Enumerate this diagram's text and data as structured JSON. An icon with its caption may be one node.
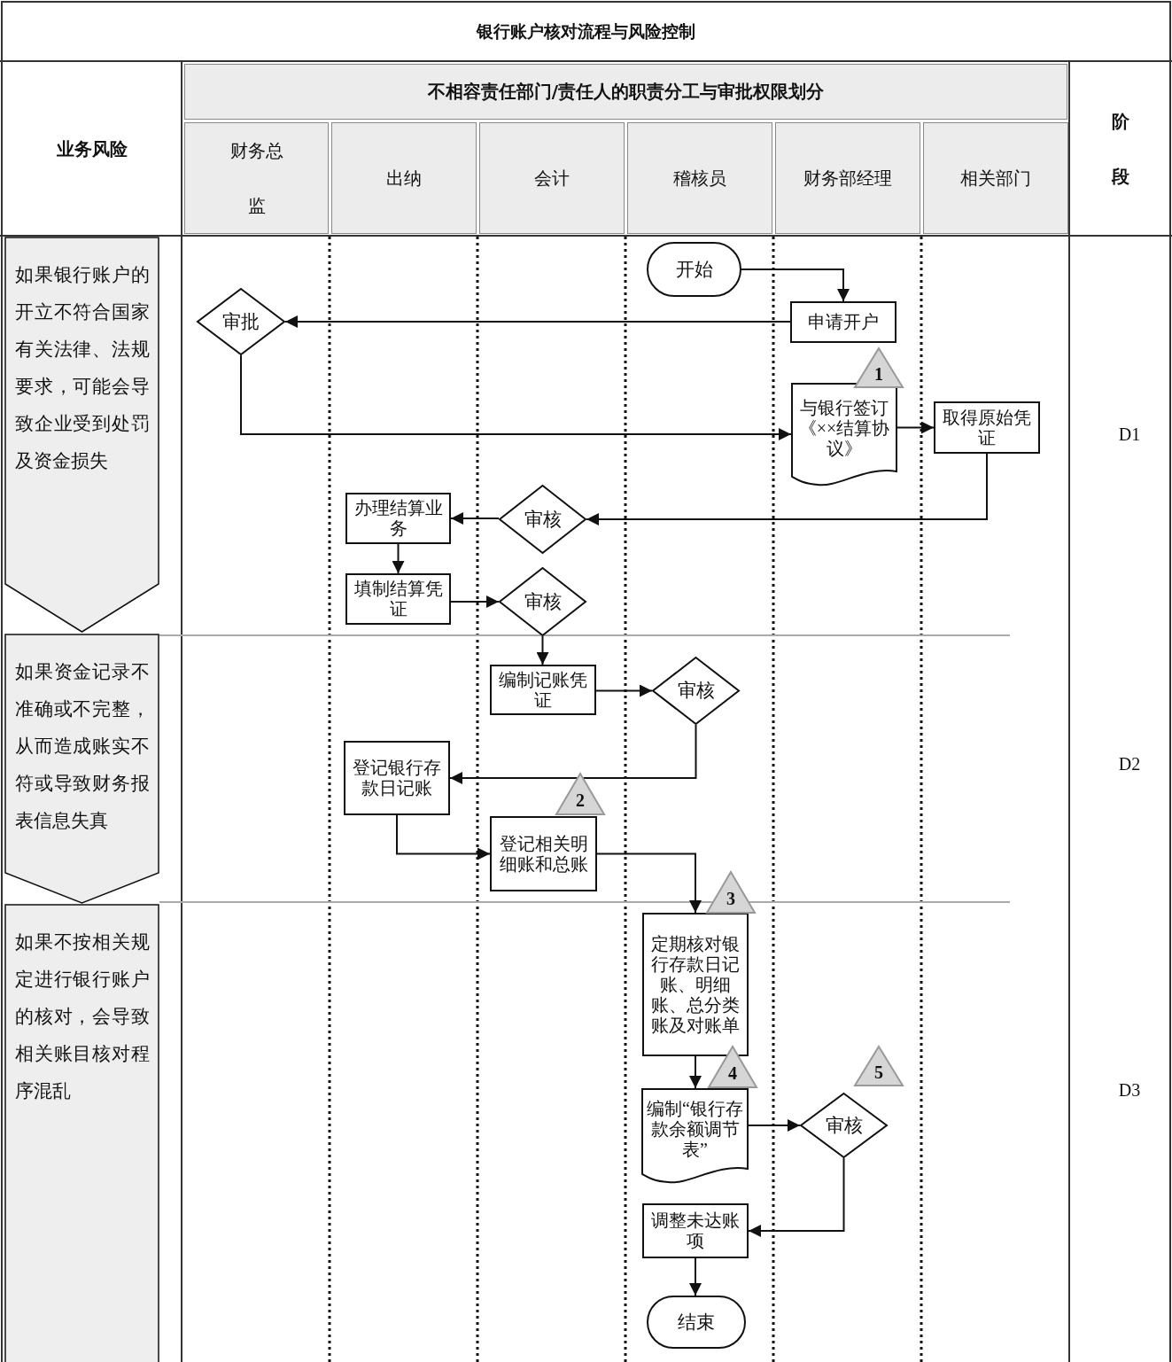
{
  "diagram": {
    "title": "银行账户核对流程与风险控制",
    "nodes": [
      {
        "text": [
          "如果银行账户的开立不符合国家有关法律、法规要求，可能会导致企业受到处罚及资金损失"
        ]
      },
      {
        "text": [
          "如果资金记录不准确或不完整，从而造成账实不符或导致财务报表信息失真"
        ]
      },
      {
        "text": [
          "如果不按相关规定进行银行账户的核对，会导致相关账目核对程序混乱"
        ]
      },
      {
        "text": [
          "开始"
        ]
      },
      {
        "text": [
          "审批"
        ]
      },
      {
        "text": [
          "申请开户"
        ]
      },
      {
        "text": [
          "与银行签订《××结算协议》"
        ]
      },
      {
        "text": [
          "取得原始凭证"
        ]
      },
      {
        "text": [
          "审核"
        ]
      },
      {
        "text": [
          "办理结算业务"
        ]
      },
      {
        "text": [
          "填制结算凭证"
        ]
      },
      {
        "text": [
          "审核"
        ]
      },
      {
        "text": [
          "编制记账凭证"
        ]
      },
      {
        "text": [
          "审核"
        ]
      },
      {
        "text": [
          "登记银行存款日记账"
        ]
      },
      {
        "text": [
          "登记相关明细账和总账"
        ]
      },
      {
        "text": [
          "定期核对银行存款日记账、明细账、总分类账及对账单"
        ]
      },
      {
        "text": [
          "编制“银行存款余额调节表”"
        ]
      },
      {
        "text": [
          "审核"
        ]
      },
      {
        "text": [
          "调整未达账项"
        ]
      },
      {
        "text": [
          "结束"
        ]
      },
      {
        "text": [
          "1"
        ]
      },
      {
        "text": [
          "2"
        ]
      },
      {
        "text": [
          "3"
        ]
      },
      {
        "text": [
          "4"
        ]
      },
      {
        "text": [
          "5"
        ]
      }
    ],
    "edges": [
      {
        "from": 3,
        "to": 5,
        "arrow": "to"
      },
      {
        "from": 5,
        "to": 4,
        "arrow": "to"
      },
      {
        "from": 4,
        "to": 6,
        "arrow": "to"
      },
      {
        "from": 6,
        "to": 7,
        "arrow": "to"
      },
      {
        "from": 7,
        "to": 8,
        "arrow": "to"
      },
      {
        "from": 8,
        "to": 9,
        "arrow": "to"
      },
      {
        "from": 9,
        "to": 10,
        "arrow": "to"
      },
      {
        "from": 10,
        "to": 11,
        "arrow": "to"
      },
      {
        "from": 11,
        "to": 12,
        "arrow": "to"
      },
      {
        "from": 12,
        "to": 13,
        "arrow": "to"
      },
      {
        "from": 13,
        "to": 14,
        "arrow": "to"
      },
      {
        "from": 14,
        "to": 15,
        "arrow": "to"
      },
      {
        "from": 15,
        "to": 16,
        "arrow": "to"
      },
      {
        "from": 16,
        "to": 17,
        "arrow": "to"
      },
      {
        "from": 17,
        "to": 18,
        "arrow": "to"
      },
      {
        "from": 18,
        "to": 19,
        "arrow": "to"
      },
      {
        "from": 19,
        "to": 20,
        "arrow": "to"
      }
    ],
    "labels": [
      "业务风险",
      "不相容责任部门/责任人的职责分工与审批权限划分",
      "阶段",
      "财务总监",
      "出纳",
      "会计",
      "稽核员",
      "财务部经理",
      "相关部门",
      "D1",
      "D2",
      "D3"
    ]
  }
}
